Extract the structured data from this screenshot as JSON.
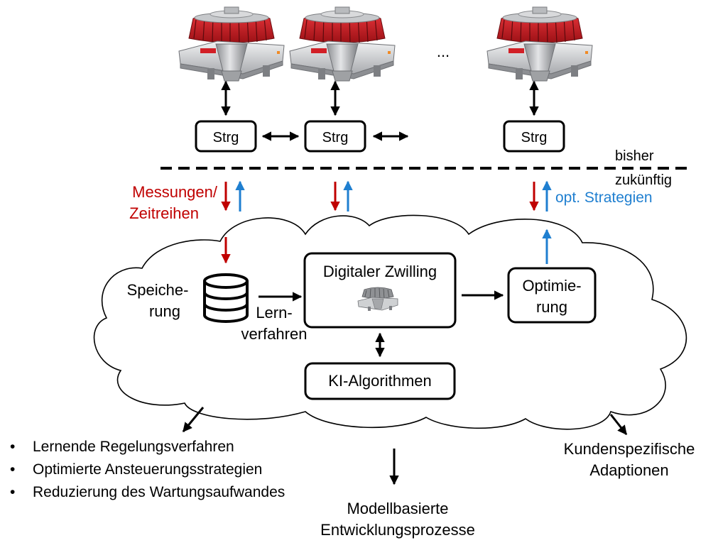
{
  "machines": [
    {
      "name": "weigher-machine-1"
    },
    {
      "name": "weigher-machine-2"
    },
    {
      "name": "weigher-machine-3"
    }
  ],
  "ellipsis": "...",
  "controllers": [
    "Strg",
    "Strg",
    "Strg"
  ],
  "boundary": {
    "above": "bisher",
    "below": "zukünftig"
  },
  "flows": {
    "measurements_line1": "Messungen/",
    "measurements_line2": "Zeitreihen",
    "strategies": "opt. Strategien"
  },
  "cloud": {
    "storage_line1": "Speiche-",
    "storage_line2": "rung",
    "learning_line1": "Lern-",
    "learning_line2": "verfahren",
    "digital_twin": "Digitaler Zwilling",
    "optimization_line1": "Optimie-",
    "optimization_line2": "rung",
    "ai": "KI-Algorithmen"
  },
  "outcomes": {
    "bullets": [
      "Lernende Regelungsverfahren",
      "Optimierte Ansteuerungsstrategien",
      "Reduzierung des Wartungsaufwandes"
    ],
    "model_line1": "Modellbasierte",
    "model_line2": "Entwicklungsprozesse",
    "customer_line1": "Kundenspezifische",
    "customer_line2": "Adaptionen"
  },
  "colors": {
    "red": "#c00000",
    "blue": "#1f7fd0",
    "machine_red": "#d21f26",
    "black": "#000000"
  }
}
